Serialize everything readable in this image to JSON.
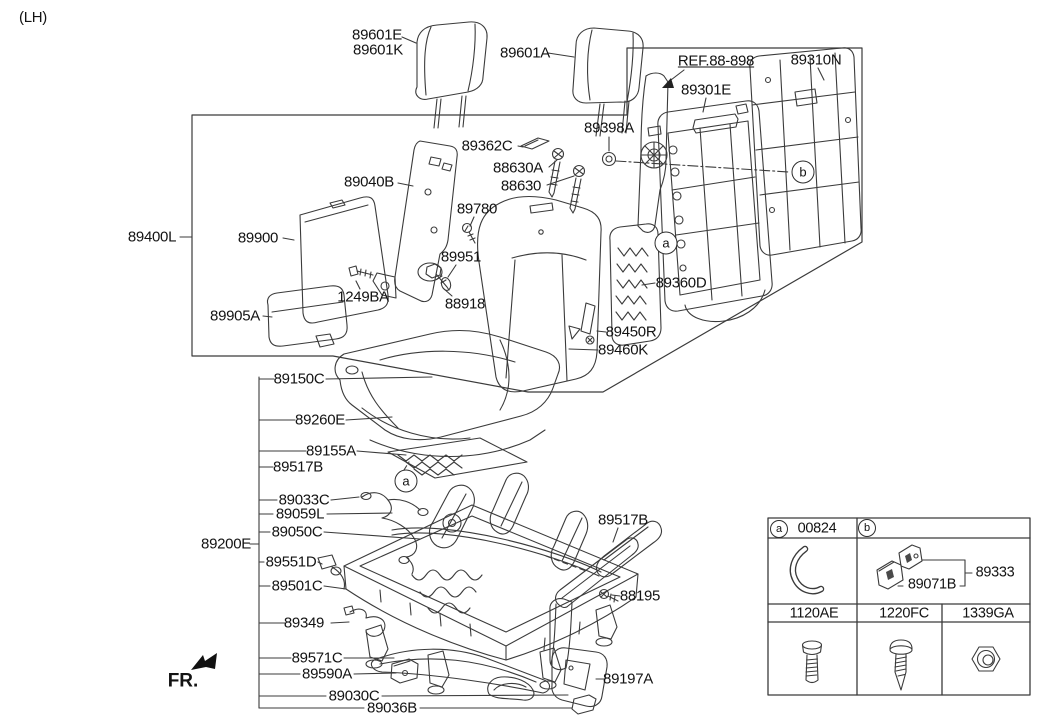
{
  "page": {
    "orientation": "(LH)",
    "direction": "FR."
  },
  "callouts": {
    "headrest_pad_e": "89601E",
    "headrest_pad_k": "89601K",
    "headrest_center": "89601A",
    "ref_latch": "REF.88-898",
    "back_panel": "89310N",
    "seatback_frame": "89301E",
    "nut_89398a": "89398A",
    "clip_89362c": "89362C",
    "screw_88630a": "88630A",
    "screw_88630": "88630",
    "armrest_frame": "89040B",
    "bolt_89780": "89780",
    "armrest": "89900",
    "seatback_assy": "89400L",
    "washer_89951": "89951",
    "bolt_1249ba": "1249BA",
    "bolt_88918": "88918",
    "armrest_lower": "89905A",
    "heater_back": "89360D",
    "webbing_89450r": "89450R",
    "back_cover": "89460K",
    "cushion_cover": "89150C",
    "cushion_pad": "89260E",
    "heater_cushion": "89155A",
    "shield_inner": "89517B",
    "wiring_89033c": "89033C",
    "wiring_89059l": "89059L",
    "wiring_89050c": "89050C",
    "cushion_assy": "89200E",
    "buckle_89551d": "89551D",
    "frame_assy": "89501C",
    "wiring_89349": "89349",
    "cover_89571c": "89571C",
    "bracket_89590a": "89590A",
    "leg_cover_89030c": "89030C",
    "leg_cover_89036b": "89036B",
    "shield_outer": "89517B",
    "bolt_88195": "88195",
    "side_shield": "89197A",
    "marker_a": "a",
    "marker_b": "b"
  },
  "legend_table": {
    "a_marker": "a",
    "a_code": "00824",
    "b_marker": "b",
    "b_part_1": "89071B",
    "b_part_2": "89333",
    "fastener_1": "1120AE",
    "fastener_2": "1220FC",
    "fastener_3": "1339GA"
  }
}
